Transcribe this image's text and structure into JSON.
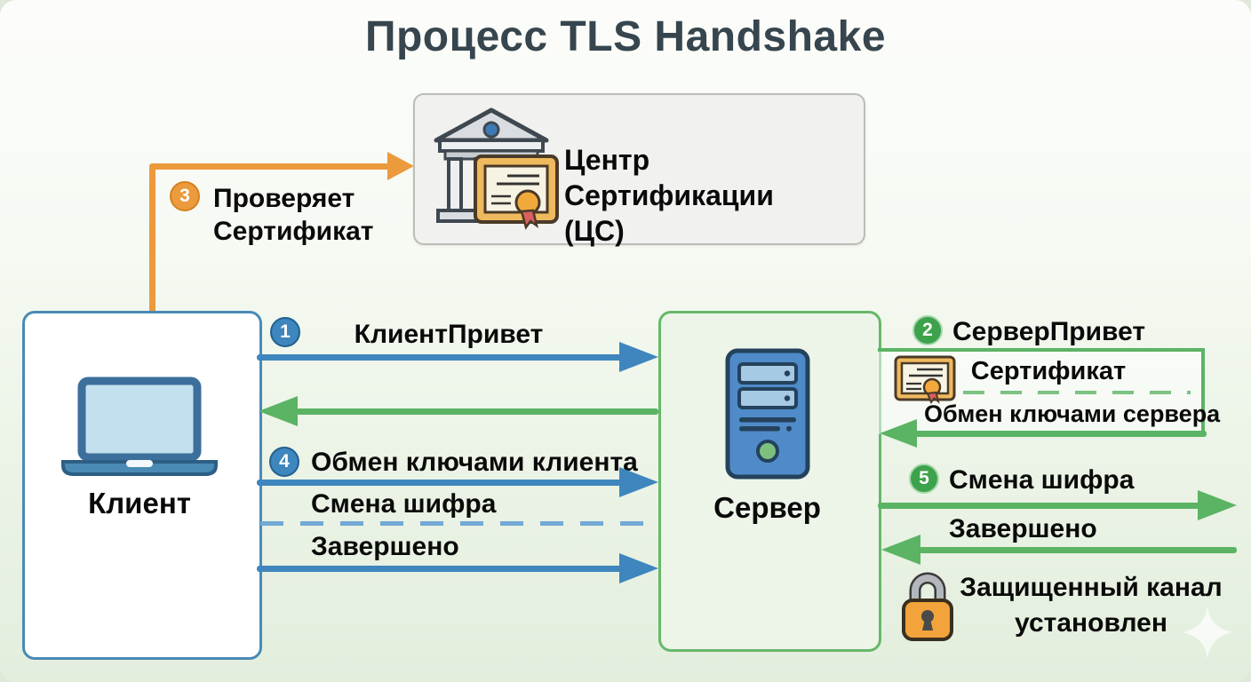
{
  "title": "Процесс TLS Handshake",
  "nodes": {
    "certificate_authority": {
      "name_line1": "Центр Сертификации",
      "name_line2": "(ЦС)"
    },
    "client": {
      "label": "Клиент"
    },
    "server": {
      "label": "Сервер"
    }
  },
  "steps": {
    "client_hello": {
      "num": "1",
      "label": "КлиентПривет"
    },
    "server_hello": {
      "num": "2",
      "label": "СерверПривет"
    },
    "verify_certificate": {
      "num": "3",
      "line1": "Проверяет",
      "line2": "Сертификат"
    },
    "client_key_exchange": {
      "num": "4",
      "label": "Обмен ключами клиента"
    },
    "change_cipher_server": {
      "num": "5",
      "label": "Смена шифра"
    }
  },
  "messages": {
    "certificate": "Сертификат",
    "server_key_exchange": "Обмен ключами сервера",
    "change_cipher_client": "Смена шифра",
    "finished_client": "Завершено",
    "finished_server": "Завершено",
    "secure_channel_line1": "Защищенный канал",
    "secure_channel_line2": "установлен"
  },
  "icons": {
    "ca": "bank-certificate-icon",
    "client": "laptop-icon",
    "server": "server-tower-icon",
    "certificate": "certificate-icon",
    "secure": "lock-icon",
    "decor": "sparkle-icon"
  },
  "colors": {
    "blue": "#3e86bd",
    "green": "#5bb364",
    "orange": "#eb9a3c",
    "title": "#36454e"
  }
}
